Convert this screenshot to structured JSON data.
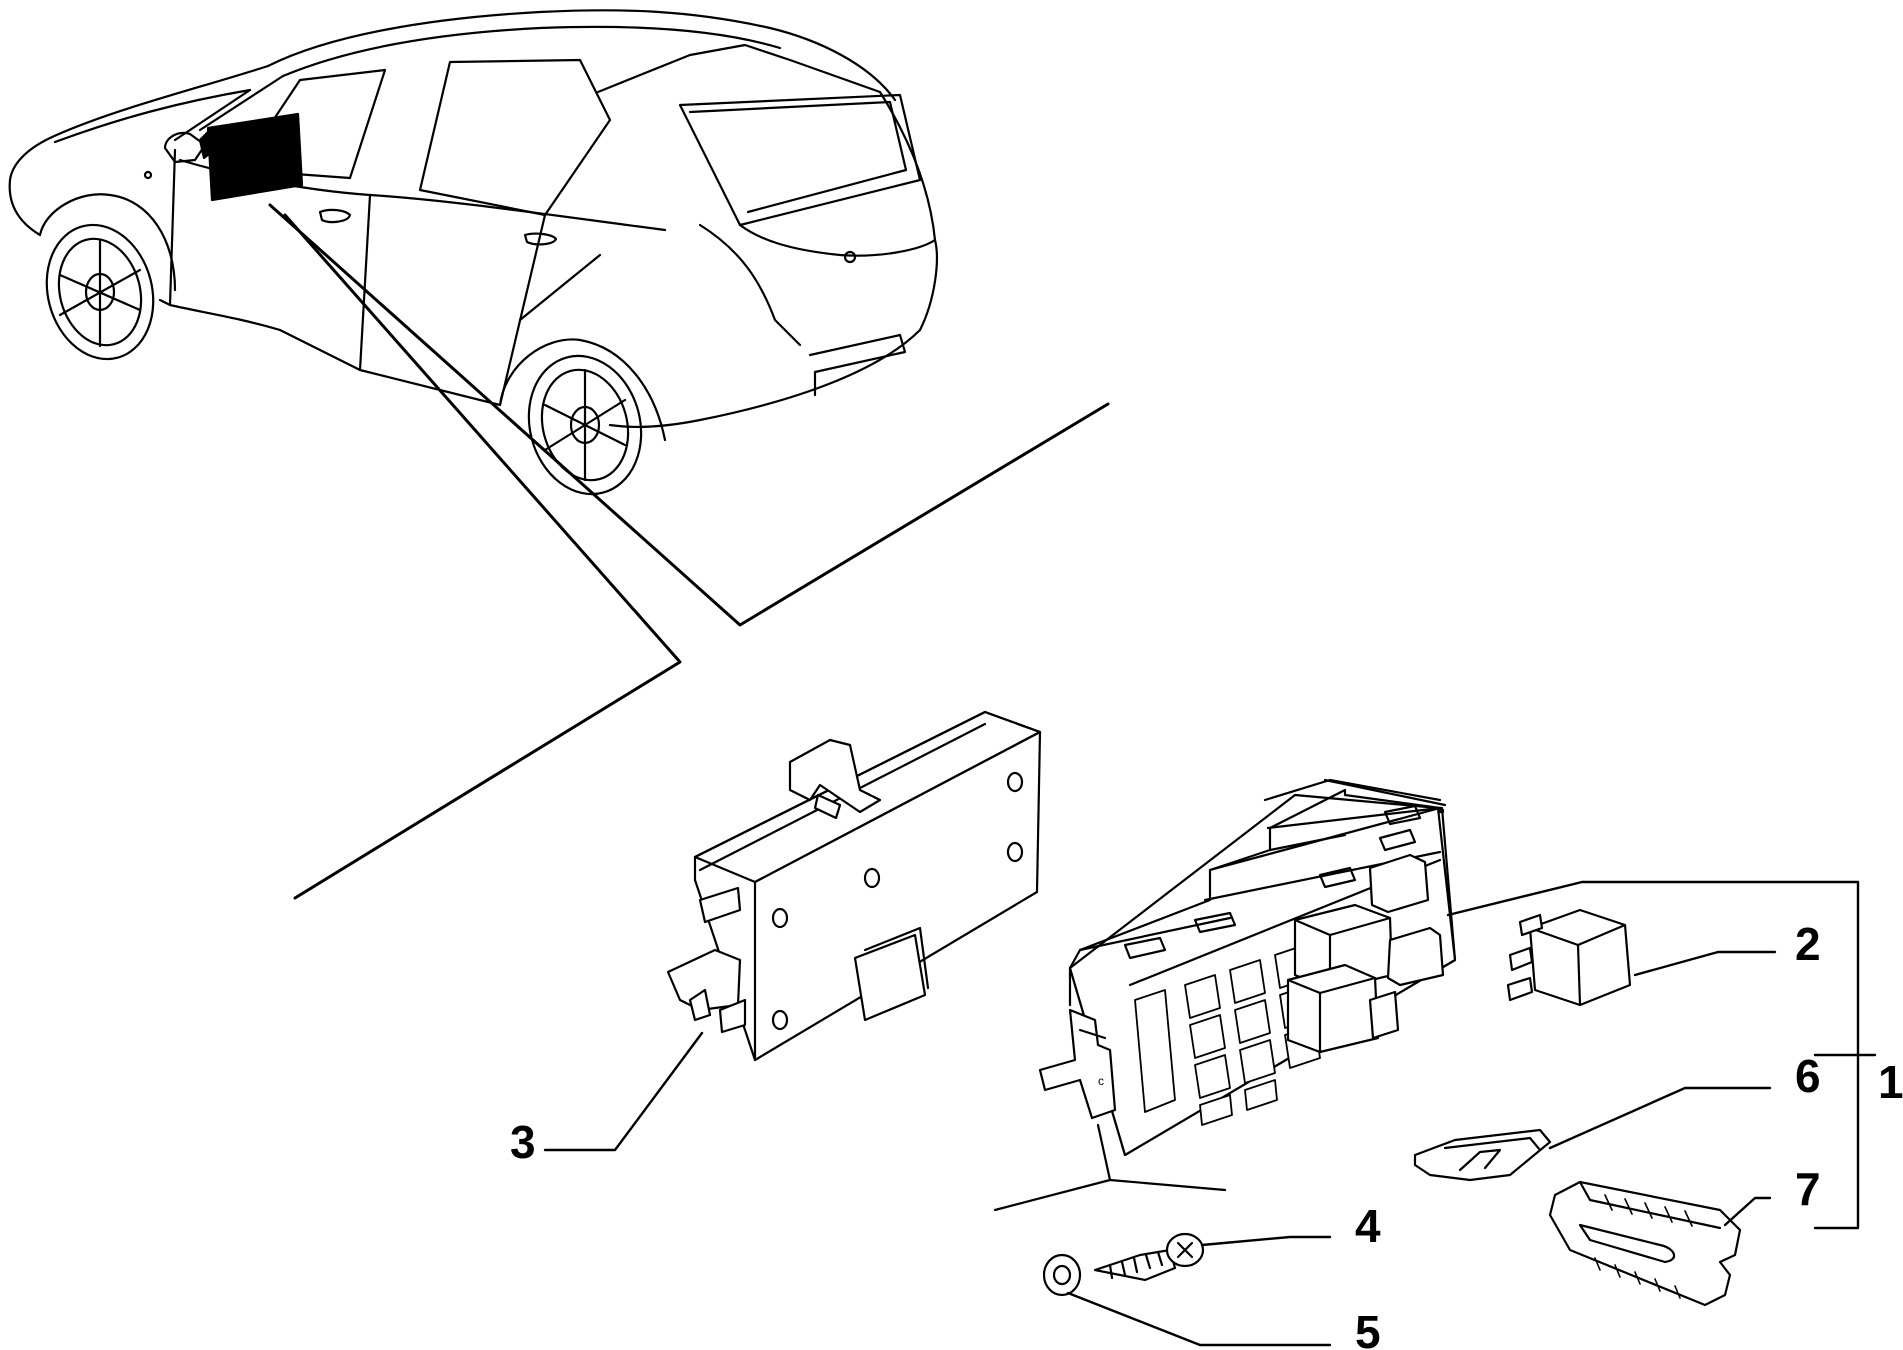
{
  "colors": {
    "line": "#000000",
    "background": "#ffffff",
    "fill": "#ffffff"
  },
  "callouts": [
    {
      "id": "1",
      "label": "1"
    },
    {
      "id": "2",
      "label": "2"
    },
    {
      "id": "3",
      "label": "3"
    },
    {
      "id": "4",
      "label": "4"
    },
    {
      "id": "5",
      "label": "5"
    },
    {
      "id": "6",
      "label": "6"
    },
    {
      "id": "7",
      "label": "7"
    }
  ]
}
